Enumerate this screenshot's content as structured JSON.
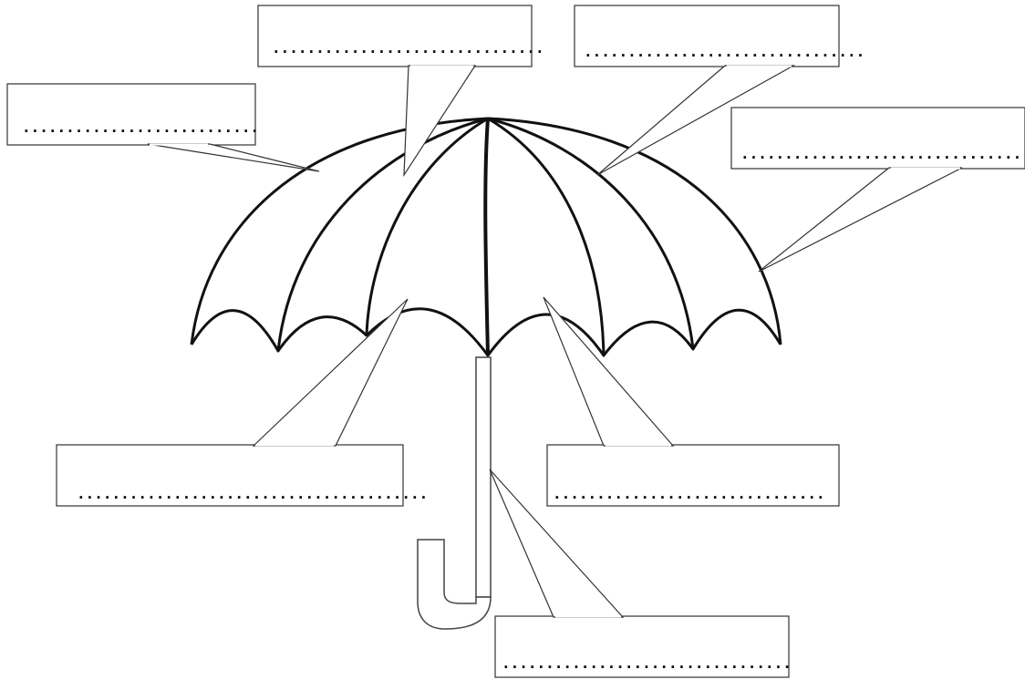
{
  "diagram": {
    "labels": [
      {
        "id": "top-left",
        "text": "..........................."
      },
      {
        "id": "top-center",
        "text": "..............................."
      },
      {
        "id": "top-right",
        "text": "................................"
      },
      {
        "id": "right",
        "text": "...................................."
      },
      {
        "id": "bottom-left",
        "text": "........................................"
      },
      {
        "id": "bottom-right",
        "text": "..............................."
      },
      {
        "id": "bottom-center",
        "text": "................................."
      }
    ]
  },
  "colors": {
    "stroke": "#111111",
    "leader": "#222222",
    "background": "#ffffff"
  }
}
